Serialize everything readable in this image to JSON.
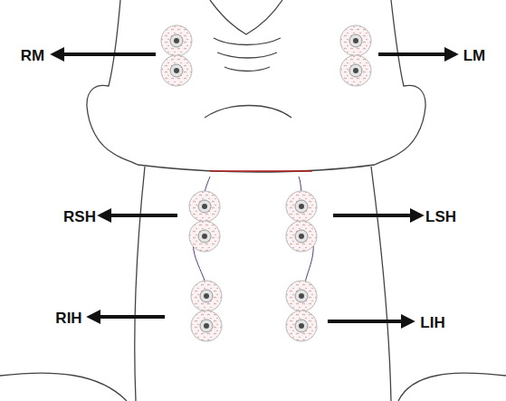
{
  "diagram": {
    "labels": [
      "RM",
      "LM",
      "RSH",
      "LSH",
      "RIH",
      "LIH"
    ]
  }
}
